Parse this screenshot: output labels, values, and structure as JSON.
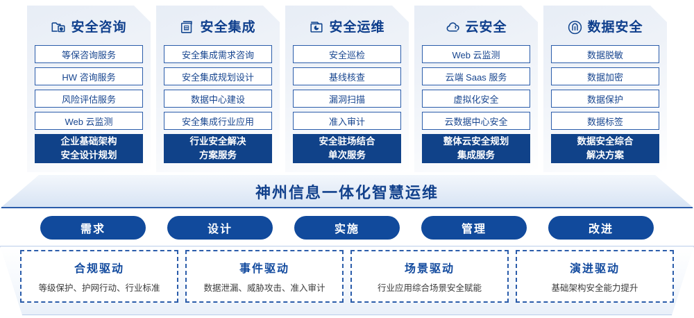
{
  "columns": [
    {
      "icon": "folder-shield-icon",
      "title": "安全咨询",
      "services": [
        "等保咨询服务",
        "HW 咨询服务",
        "风险评估服务",
        "Web 云监测"
      ],
      "summary_line1": "企业基础架构",
      "summary_line2": "安全设计规划"
    },
    {
      "icon": "document-stack-icon",
      "title": "安全集成",
      "services": [
        "安全集成需求咨询",
        "安全集成规划设计",
        "数据中心建设",
        "安全集成行业应用"
      ],
      "summary_line1": "行业安全解决",
      "summary_line2": "方案服务"
    },
    {
      "icon": "monitor-gauge-icon",
      "title": "安全运维",
      "services": [
        "安全巡检",
        "基线核查",
        "漏洞扫描",
        "准入审计"
      ],
      "summary_line1": "安全驻场结合",
      "summary_line2": "单次服务"
    },
    {
      "icon": "cloud-icon",
      "title": "云安全",
      "services": [
        "Web 云监测",
        "云端 Saas 服务",
        "虚拟化安全",
        "云数据中心安全"
      ],
      "summary_line1": "整体云安全规划",
      "summary_line2": "集成服务"
    },
    {
      "icon": "fingerprint-icon",
      "title": "数据安全",
      "services": [
        "数据脱敏",
        "数据加密",
        "数据保护",
        "数据标签"
      ],
      "summary_line1": "数据安全综合",
      "summary_line2": "解决方案"
    }
  ],
  "banner": {
    "text": "神州信息一体化智慧运维"
  },
  "pills": [
    {
      "label": "需求"
    },
    {
      "label": "设计"
    },
    {
      "label": "实施"
    },
    {
      "label": "管理"
    },
    {
      "label": "改进"
    }
  ],
  "drivers": [
    {
      "title": "合规驱动",
      "subtitle": "等级保护、护网行动、行业标准"
    },
    {
      "title": "事件驱动",
      "subtitle": "数据泄漏、威胁攻击、准入审计"
    },
    {
      "title": "场景驱动",
      "subtitle": "行业应用综合场景安全赋能"
    },
    {
      "title": "演进驱动",
      "subtitle": "基础架构安全能力提升"
    }
  ],
  "colors": {
    "brand_blue": "#104289",
    "accent_blue": "#2a5caa",
    "pill_blue": "#114a9c",
    "card_bg_start": "#e7edf6",
    "card_bg_end": "#ffffff"
  }
}
